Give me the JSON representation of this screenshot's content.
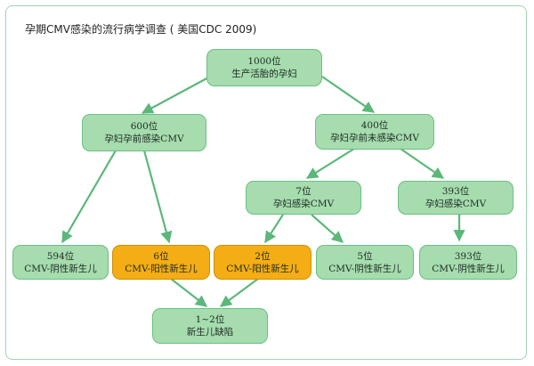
{
  "title": "孕期CMV感染的流行病学调查 ( 美国CDC 2009)",
  "nodes": {
    "root": {
      "line1": "1000位",
      "line2": "生产活胎的孕妇"
    },
    "pos600": {
      "line1": "600位",
      "line2": "孕妇孕前感染CMV"
    },
    "neg400": {
      "line1": "400位",
      "line2": "孕妇孕前未感染CMV"
    },
    "inf7": {
      "line1": "7位",
      "line2": "孕妇感染CMV"
    },
    "inf393": {
      "line1": "393位",
      "line2": "孕妇感染CMV"
    },
    "n594": {
      "line1": "594位",
      "line2": "CMV-阴性新生儿"
    },
    "n6": {
      "line1": "6位",
      "line2": "CMV-阳性新生儿"
    },
    "n2": {
      "line1": "2位",
      "line2": "CMV-阳性新生儿"
    },
    "n5": {
      "line1": "5位",
      "line2": "CMV-阴性新生儿"
    },
    "n393": {
      "line1": "393位",
      "line2": "CMV-阴性新生儿"
    },
    "defect": {
      "line1": "1~2位",
      "line2": "新生儿缺陷"
    }
  },
  "colors": {
    "node_fill": "#a6dcae",
    "highlight_fill": "#f4ad14",
    "arrow": "#5cb87a"
  }
}
